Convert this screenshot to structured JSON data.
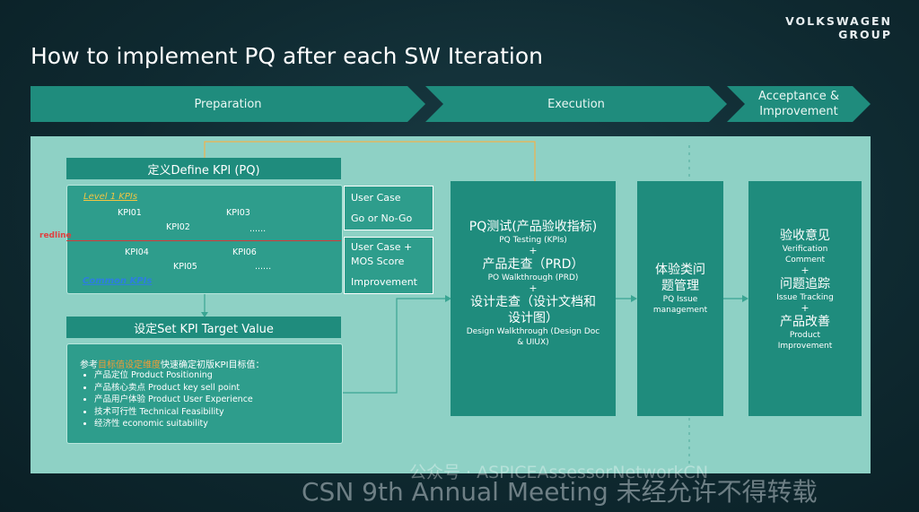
{
  "title": "How to implement PQ after each SW Iteration",
  "brand": {
    "line1": "VOLKSWAGEN",
    "line2": "GROUP"
  },
  "phases": {
    "preparation": "Preparation",
    "execution": "Execution",
    "acceptance_line1": "Acceptance &",
    "acceptance_line2": "Improvement"
  },
  "define_kpi": {
    "header": "定义Define KPI (PQ)",
    "level1": "Level 1 KPIs",
    "common": "Common KPIs",
    "redline": "redline",
    "kpis": [
      "KPI01",
      "KPI02",
      "KPI03",
      "......",
      "KPI04",
      "KPI05",
      "KPI06",
      "......"
    ]
  },
  "cases": {
    "top_line1": "User Case",
    "top_line2": "Go or No-Go",
    "bottom_line1": "User Case +",
    "bottom_line2": "MOS Score",
    "bottom_line3": "Improvement"
  },
  "set_kpi": {
    "header": "设定Set KPI Target Value",
    "intro_pre": "参考",
    "intro_highlight": "目标值设定维度",
    "intro_post": "快速确定初版KPI目标值：",
    "items": [
      "产品定位 Product Positioning",
      "产品核心卖点 Product key sell point",
      "产品用户体验 Product User Experience",
      "技术可行性 Technical Feasibility",
      "经济性 economic suitability"
    ]
  },
  "execution_box": {
    "cn1": "PQ测试(产品验收指标)",
    "en1": "PQ Testing (KPIs)",
    "plus": "+",
    "cn2": "产品走查（PRD）",
    "en2": "PO Walkthrough (PRD)",
    "cn3a": "设计走查（设计文档和",
    "cn3b": "设计图）",
    "en3a": "Design Walkthrough (Design Doc",
    "en3b": "& UIUX)"
  },
  "issue_box": {
    "cn_a": "体验类问",
    "cn_b": "题管理",
    "en_a": "PQ Issue",
    "en_b": "management"
  },
  "acceptance_box": {
    "cn1": "验收意见",
    "en1a": "Verification",
    "en1b": "Comment",
    "cn2": "问题追踪",
    "en2": "Issue Tracking",
    "cn3": "产品改善",
    "en3a": "Product",
    "en3b": "Improvement"
  },
  "watermarks": {
    "wechat": "公众号 · ASPICEAssessorNetworkCN",
    "event": "CSN 9th Annual Meeting 未经允许不得转载"
  }
}
